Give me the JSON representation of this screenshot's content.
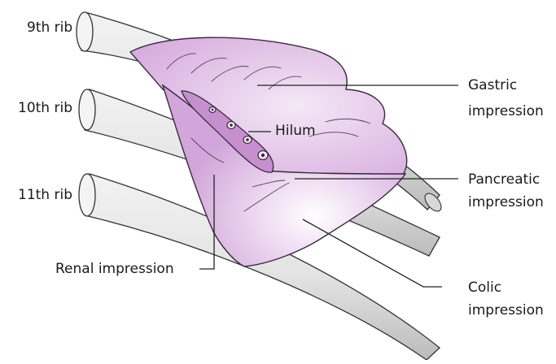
{
  "diagram": {
    "ribs": {
      "rib9": "9th rib",
      "rib10": "10th rib",
      "rib11": "11th rib"
    },
    "labels": {
      "hilum": "Hilum",
      "gastric_line1": "Gastric",
      "gastric_line2": "impression",
      "pancreatic_line1": "Pancreatic",
      "pancreatic_line2": "impression",
      "colic_line1": "Colic",
      "colic_line2": "impression",
      "renal": "Renal impression"
    },
    "colors": {
      "spleen_fill": "#d9b0e0",
      "spleen_light": "#f6ecf8",
      "spleen_outline": "#3a2a3d",
      "rib_fill": "#e6e6e6",
      "rib_shade": "#bdbdbd",
      "leader_line": "#222222"
    }
  }
}
